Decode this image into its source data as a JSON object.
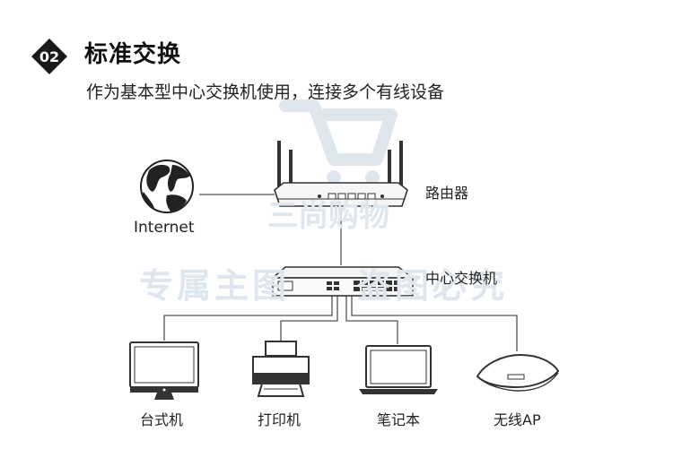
{
  "header": {
    "badge_number": "02",
    "title": "标准交换",
    "subtitle": "作为基本型中心交换机使用，连接多个有线设备"
  },
  "nodes": {
    "internet": "Internet",
    "router": "路由器",
    "switch": "中心交换机",
    "desktop": "台式机",
    "printer": "打印机",
    "laptop": "笔记本",
    "ap": "无线AP"
  },
  "watermark": {
    "shop_name": "三尚购物",
    "slogan_left": "专属主图",
    "slogan_right": "盗图必究"
  },
  "colors": {
    "badge": "#1a1a1a",
    "line": "#555555",
    "device": "#333333",
    "watermark": "#dfe6ee"
  }
}
